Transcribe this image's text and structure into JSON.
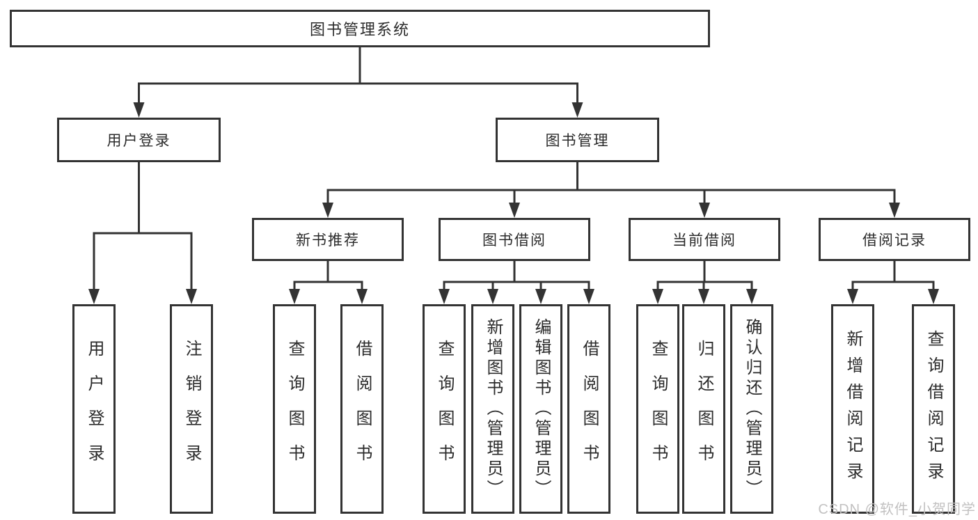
{
  "colors": {
    "line": "#333333",
    "box_border": "#333333",
    "box_fill": "#ffffff",
    "text": "#2b2b2b",
    "watermark": "#c2c1c1"
  },
  "watermark": {
    "text": "CSDN @软件_小贺同学"
  },
  "tree": {
    "root": {
      "label": "图书管理系统"
    },
    "branches": [
      {
        "label": "用户登录",
        "leaves": [
          {
            "label": "用户登录"
          },
          {
            "label": "注销登录"
          }
        ]
      },
      {
        "label": "图书管理",
        "children": [
          {
            "label": "新书推荐",
            "leaves": [
              {
                "label": "查询图书"
              },
              {
                "label": "借阅图书"
              }
            ]
          },
          {
            "label": "图书借阅",
            "leaves": [
              {
                "label": "查询图书"
              },
              {
                "label": "新增图书（管理员）"
              },
              {
                "label": "编辑图书（管理员）"
              },
              {
                "label": "借阅图书"
              }
            ]
          },
          {
            "label": "当前借阅",
            "leaves": [
              {
                "label": "查询图书"
              },
              {
                "label": "归还图书"
              },
              {
                "label": "确认归还（管理员）"
              }
            ]
          },
          {
            "label": "借阅记录",
            "leaves": [
              {
                "label": "新增借阅记录"
              },
              {
                "label": "查询借阅记录"
              }
            ]
          }
        ]
      }
    ]
  }
}
